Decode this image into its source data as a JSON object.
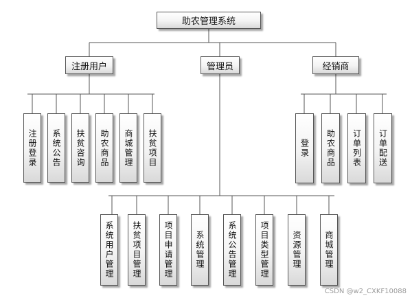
{
  "root": "助农管理系统",
  "groups": {
    "user": "注册用户",
    "admin": "管理员",
    "dealer": "经销商"
  },
  "user_items": [
    "注册登录",
    "系统公告",
    "扶贫咨询",
    "助农商品",
    "商城管理",
    "扶贫项目"
  ],
  "dealer_items": [
    "登录",
    "助农商品",
    "订单列表",
    "订单配送"
  ],
  "admin_items": [
    "系统用户管理",
    "扶贫项目管理",
    "项目申请管理",
    "系统管理",
    "系统公告管理",
    "项目类型管理",
    "资源管理",
    "商城管理"
  ],
  "watermark": "CSDN @w2_CXKF10088"
}
